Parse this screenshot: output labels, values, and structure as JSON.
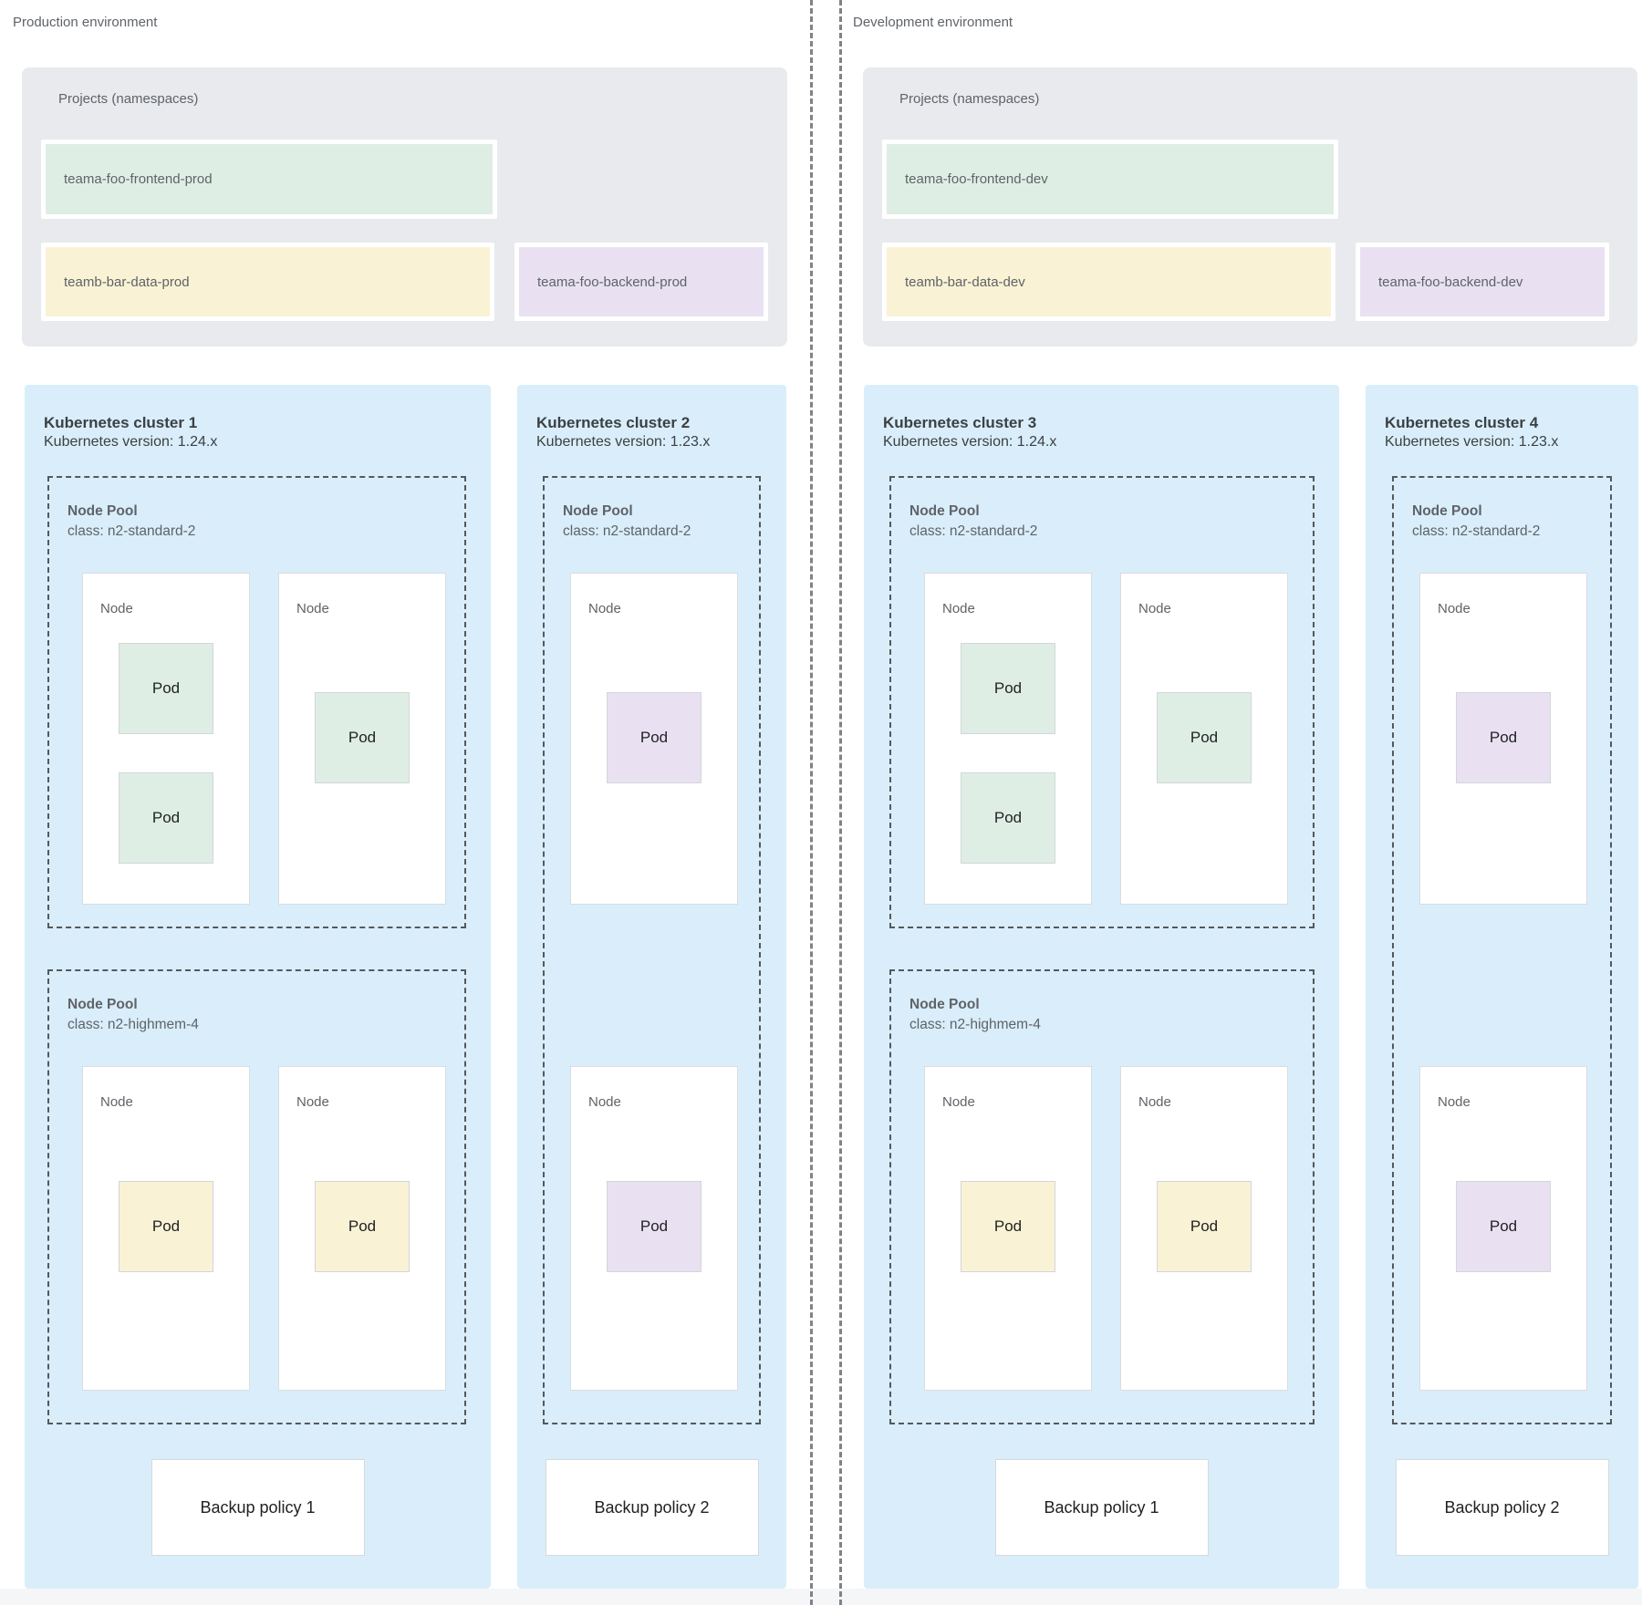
{
  "palette": {
    "cluster_bg": "#D9EEFA",
    "projects_bg": "#E8EAED",
    "namespace_green": "#DFEEE5",
    "namespace_yellow": "#FAF2D5",
    "namespace_purple": "#E9E1F2",
    "node_bg": "#FFFFFF",
    "dashed_border": "#54585C",
    "text_gray": "#5F6368",
    "text_dark": "#3C4043"
  },
  "environments": [
    {
      "label": "Production environment",
      "projects": {
        "title": "Projects (namespaces)",
        "namespaces": [
          {
            "name": "teama-foo-frontend-prod",
            "color": "green"
          },
          {
            "name": "teamb-bar-data-prod",
            "color": "yellow"
          },
          {
            "name": "teama-foo-backend-prod",
            "color": "purple"
          }
        ]
      },
      "clusters": [
        {
          "title": "Kubernetes cluster 1",
          "version": "Kubernetes version: 1.24.x",
          "backup_policy": "Backup policy 1",
          "pools": [
            {
              "name": "Node Pool",
              "machine_class": "class: n2-standard-2",
              "nodes": [
                {
                  "label": "Node",
                  "pods": [
                    {
                      "label": "Pod",
                      "color": "green"
                    },
                    {
                      "label": "Pod",
                      "color": "green"
                    }
                  ]
                },
                {
                  "label": "Node",
                  "pods": [
                    {
                      "label": "Pod",
                      "color": "green"
                    }
                  ]
                }
              ]
            },
            {
              "name": "Node Pool",
              "machine_class": "class: n2-highmem-4",
              "nodes": [
                {
                  "label": "Node",
                  "pods": [
                    {
                      "label": "Pod",
                      "color": "yellow"
                    }
                  ]
                },
                {
                  "label": "Node",
                  "pods": [
                    {
                      "label": "Pod",
                      "color": "yellow"
                    }
                  ]
                }
              ]
            }
          ]
        },
        {
          "title": "Kubernetes cluster 2",
          "version": "Kubernetes version: 1.23.x",
          "backup_policy": "Backup policy 2",
          "pools": [
            {
              "name": "Node Pool",
              "machine_class": "class: n2-standard-2",
              "nodes": [
                {
                  "label": "Node",
                  "pods": [
                    {
                      "label": "Pod",
                      "color": "purple"
                    }
                  ]
                },
                {
                  "label": "Node",
                  "pods": [
                    {
                      "label": "Pod",
                      "color": "purple"
                    }
                  ]
                }
              ]
            }
          ]
        }
      ]
    },
    {
      "label": "Development environment",
      "projects": {
        "title": "Projects (namespaces)",
        "namespaces": [
          {
            "name": "teama-foo-frontend-dev",
            "color": "green"
          },
          {
            "name": "teamb-bar-data-dev",
            "color": "yellow"
          },
          {
            "name": "teama-foo-backend-dev",
            "color": "purple"
          }
        ]
      },
      "clusters": [
        {
          "title": "Kubernetes cluster 3",
          "version": "Kubernetes version: 1.24.x",
          "backup_policy": "Backup policy 1",
          "pools": [
            {
              "name": "Node Pool",
              "machine_class": "class: n2-standard-2",
              "nodes": [
                {
                  "label": "Node",
                  "pods": [
                    {
                      "label": "Pod",
                      "color": "green"
                    },
                    {
                      "label": "Pod",
                      "color": "green"
                    }
                  ]
                },
                {
                  "label": "Node",
                  "pods": [
                    {
                      "label": "Pod",
                      "color": "green"
                    }
                  ]
                }
              ]
            },
            {
              "name": "Node Pool",
              "machine_class": "class: n2-highmem-4",
              "nodes": [
                {
                  "label": "Node",
                  "pods": [
                    {
                      "label": "Pod",
                      "color": "yellow"
                    }
                  ]
                },
                {
                  "label": "Node",
                  "pods": [
                    {
                      "label": "Pod",
                      "color": "yellow"
                    }
                  ]
                }
              ]
            }
          ]
        },
        {
          "title": "Kubernetes cluster 4",
          "version": "Kubernetes version: 1.23.x",
          "backup_policy": "Backup policy 2",
          "pools": [
            {
              "name": "Node Pool",
              "machine_class": "class: n2-standard-2",
              "nodes": [
                {
                  "label": "Node",
                  "pods": [
                    {
                      "label": "Pod",
                      "color": "purple"
                    }
                  ]
                },
                {
                  "label": "Node",
                  "pods": [
                    {
                      "label": "Pod",
                      "color": "purple"
                    }
                  ]
                }
              ]
            }
          ]
        }
      ]
    }
  ]
}
